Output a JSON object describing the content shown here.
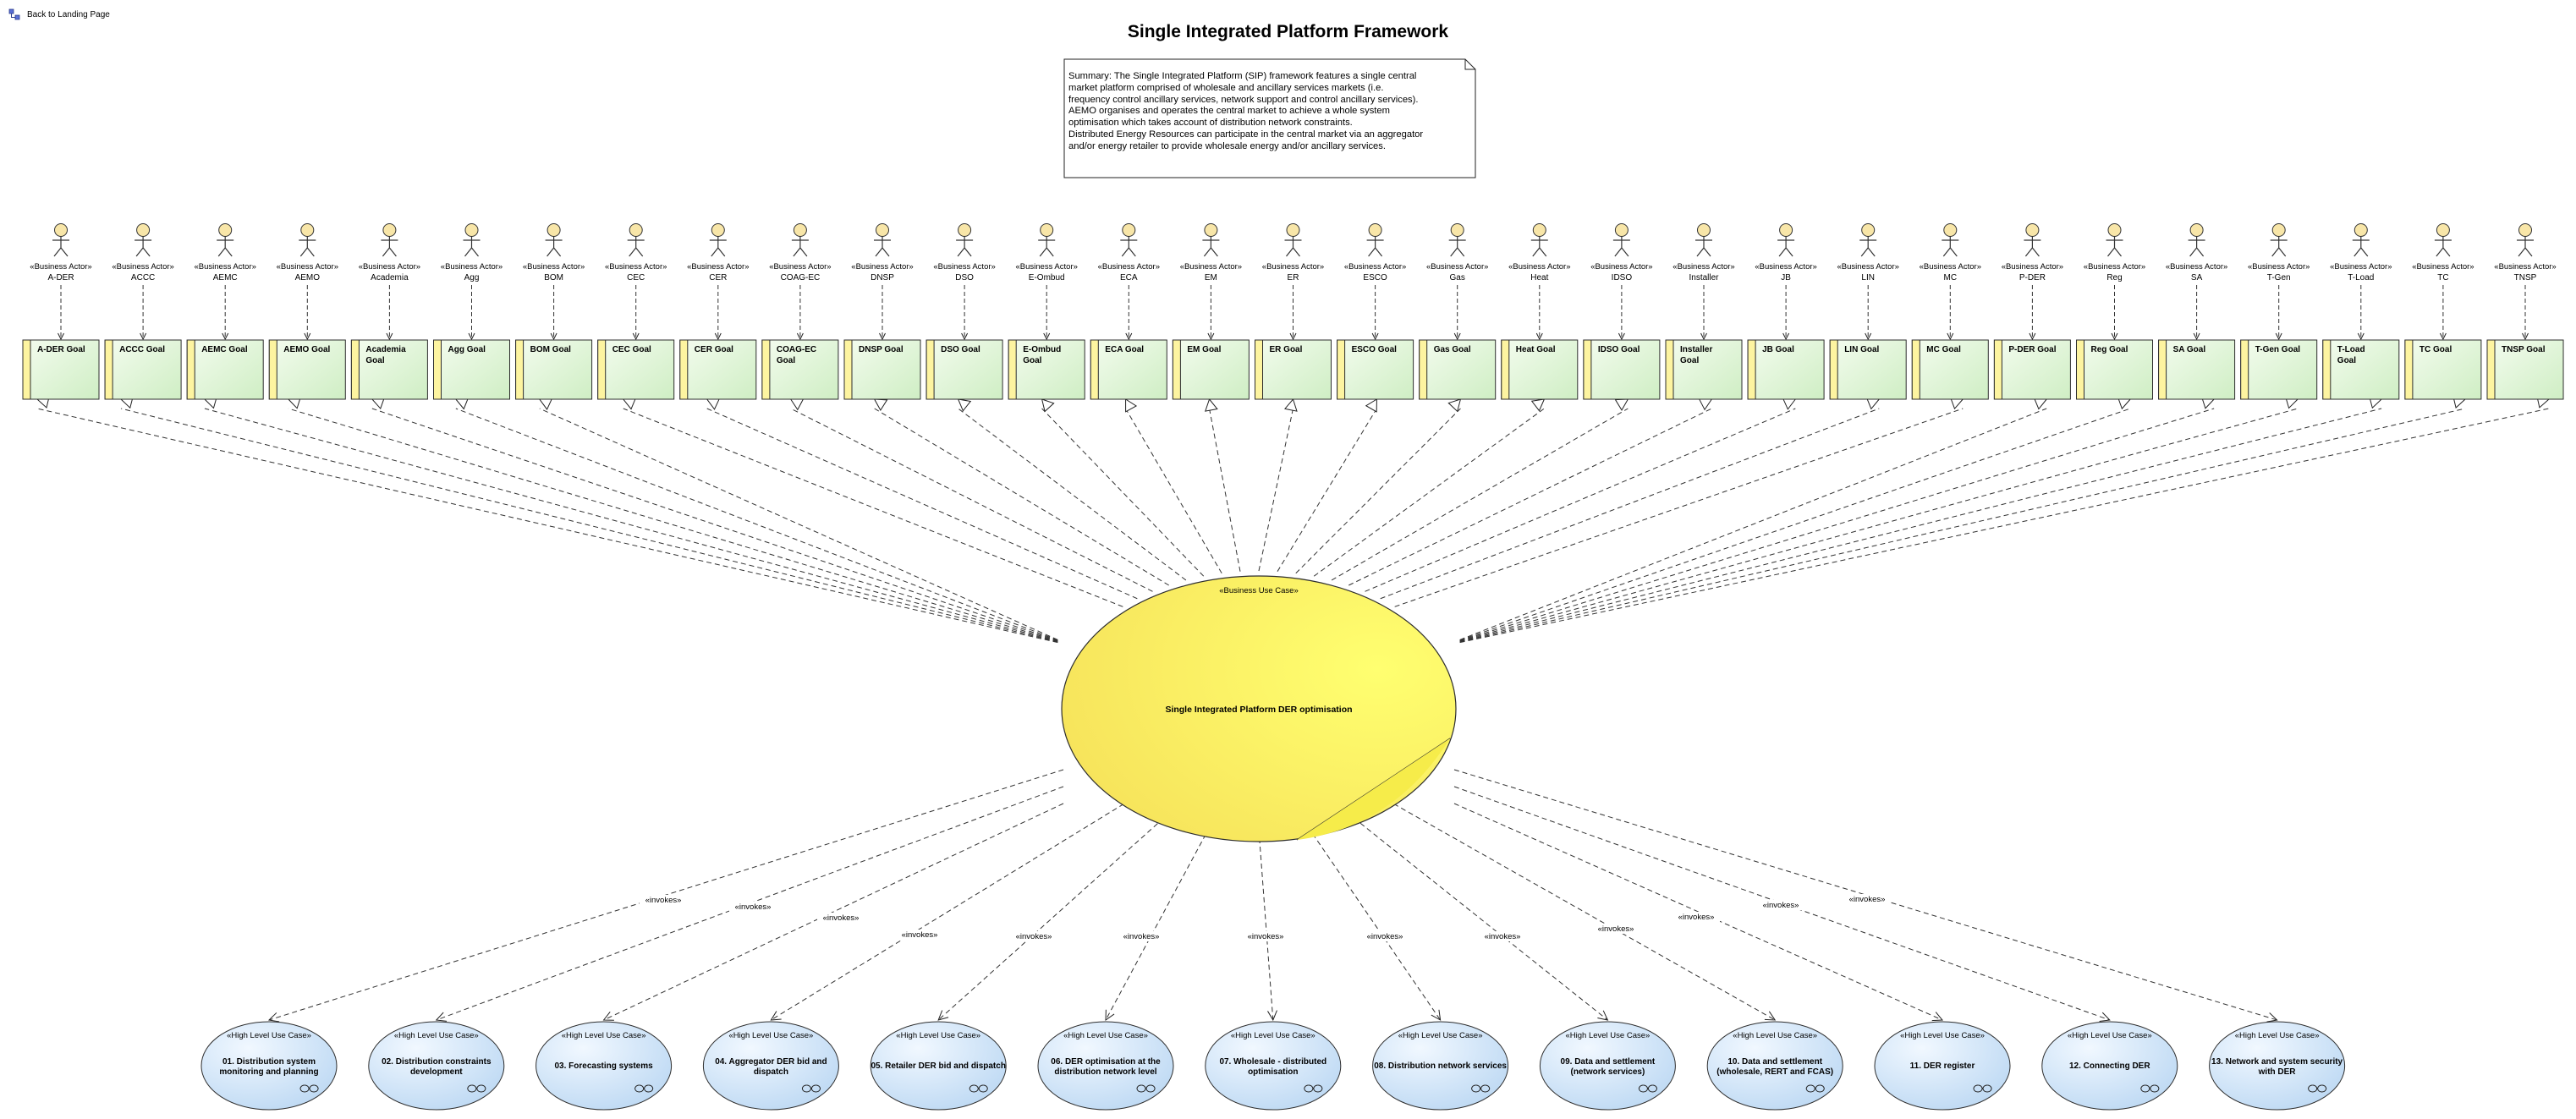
{
  "back_link": {
    "label": "Back to Landing Page",
    "icon": "diagram-link-icon"
  },
  "title": "Single Integrated Platform Framework",
  "summary": "Summary: The Single Integrated Platform (SIP) framework features a single central\nmarket platform comprised of wholesale and ancillary services markets (i.e.\nfrequency control ancillary services, network support and control ancillary services).\nAEMO organises and operates the central market to achieve a whole system\noptimisation which takes account of distribution  network constraints.\nDistributed Energy Resources can participate in the central market via an aggregator\nand/or energy retailer to provide wholesale energy and/or ancillary services.",
  "actor_stereotype": "«Business Actor»",
  "actors": [
    {
      "name": "A-DER",
      "goal": "A-DER Goal"
    },
    {
      "name": "ACCC",
      "goal": "ACCC Goal"
    },
    {
      "name": "AEMC",
      "goal": "AEMC Goal"
    },
    {
      "name": "AEMO",
      "goal": "AEMO Goal"
    },
    {
      "name": "Academia",
      "goal": "Academia Goal"
    },
    {
      "name": "Agg",
      "goal": "Agg Goal"
    },
    {
      "name": "BOM",
      "goal": "BOM Goal"
    },
    {
      "name": "CEC",
      "goal": "CEC Goal"
    },
    {
      "name": "CER",
      "goal": "CER Goal"
    },
    {
      "name": "COAG-EC",
      "goal": "COAG-EC Goal"
    },
    {
      "name": "DNSP",
      "goal": "DNSP Goal"
    },
    {
      "name": "DSO",
      "goal": "DSO Goal"
    },
    {
      "name": "E-Ombud",
      "goal": "E-Ombud Goal"
    },
    {
      "name": "ECA",
      "goal": "ECA Goal"
    },
    {
      "name": "EM",
      "goal": "EM Goal"
    },
    {
      "name": "ER",
      "goal": "ER Goal"
    },
    {
      "name": "ESCO",
      "goal": "ESCO Goal"
    },
    {
      "name": "Gas",
      "goal": "Gas Goal"
    },
    {
      "name": "Heat",
      "goal": "Heat Goal"
    },
    {
      "name": "IDSO",
      "goal": "IDSO Goal"
    },
    {
      "name": "Installer",
      "goal": "Installer Goal"
    },
    {
      "name": "JB",
      "goal": "JB Goal"
    },
    {
      "name": "LIN",
      "goal": "LIN Goal"
    },
    {
      "name": "MC",
      "goal": "MC Goal"
    },
    {
      "name": "P-DER",
      "goal": "P-DER Goal"
    },
    {
      "name": "Reg",
      "goal": "Reg Goal"
    },
    {
      "name": "SA",
      "goal": "SA Goal"
    },
    {
      "name": "T-Gen",
      "goal": "T-Gen Goal"
    },
    {
      "name": "T-Load",
      "goal": "T-Load Goal"
    },
    {
      "name": "TC",
      "goal": "TC Goal"
    },
    {
      "name": "TNSP",
      "goal": "TNSP Goal"
    }
  ],
  "central_use_case": {
    "stereotype": "«Business Use Case»",
    "name": "Single Integrated Platform DER optimisation"
  },
  "invokes_label": "«invokes»",
  "hl_stereotype": "«High Level Use Case»",
  "high_level_use_cases": [
    {
      "lines": [
        "01. Distribution system",
        "monitoring and planning"
      ]
    },
    {
      "lines": [
        "02. Distribution constraints",
        "development"
      ]
    },
    {
      "lines": [
        "03. Forecasting systems"
      ]
    },
    {
      "lines": [
        "04. Aggregator DER bid and",
        "dispatch"
      ]
    },
    {
      "lines": [
        "05. Retailer DER bid and dispatch"
      ]
    },
    {
      "lines": [
        "06. DER optimisation at the",
        "distribution network level"
      ]
    },
    {
      "lines": [
        "07. Wholesale - distributed",
        "optimisation"
      ]
    },
    {
      "lines": [
        "08. Distribution network services"
      ]
    },
    {
      "lines": [
        "09. Data and settlement",
        "(network services)"
      ]
    },
    {
      "lines": [
        "10. Data and settlement",
        "(wholesale, RERT and FCAS)"
      ]
    },
    {
      "lines": [
        "11. DER register"
      ]
    },
    {
      "lines": [
        "12. Connecting DER"
      ]
    },
    {
      "lines": [
        "13. Network and system security",
        "with DER"
      ]
    }
  ],
  "colors": {
    "goal_fill": "#e3f6da",
    "goal_band": "#fdf4a0",
    "actor_head": "#f8e6a8",
    "central_fill": "#fdf777",
    "hl_fill": "#cfe3f6"
  }
}
